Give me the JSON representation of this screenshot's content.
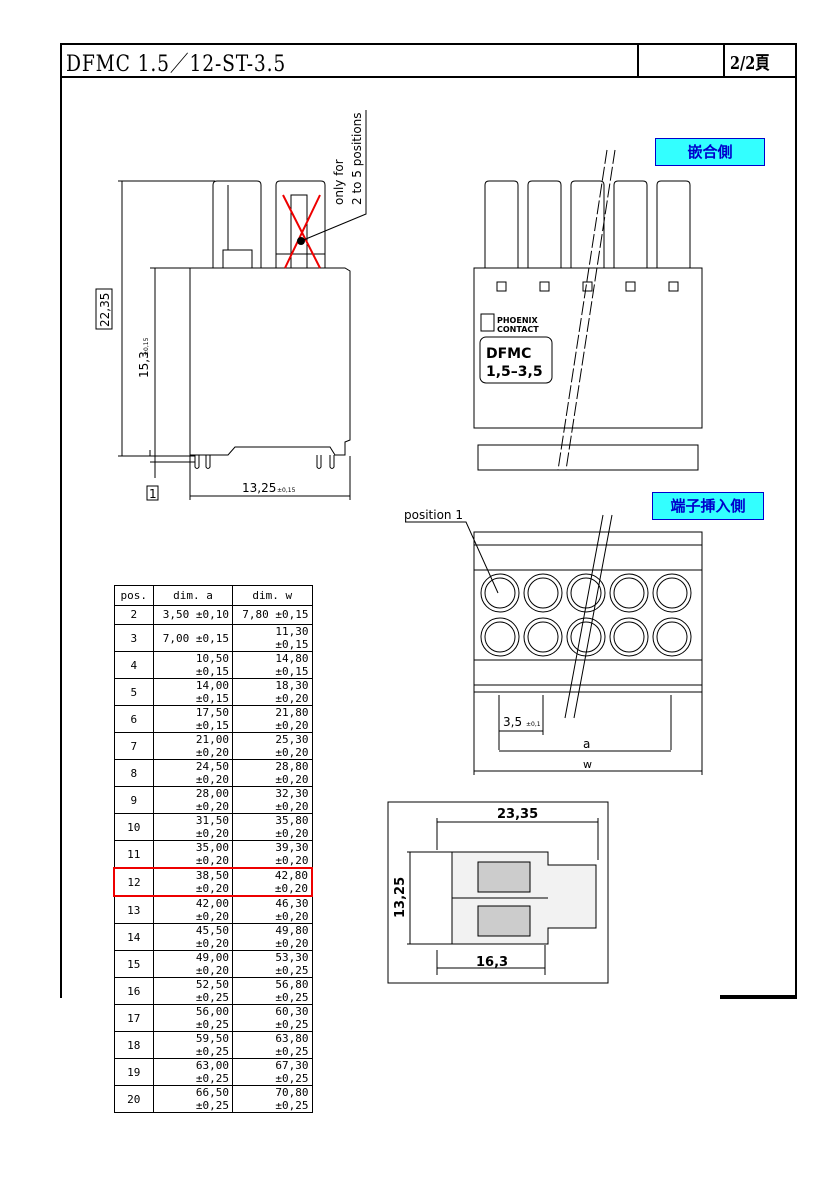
{
  "header": {
    "title": "DFMC 1.5／12-ST-3.5",
    "blank_cell": "",
    "page": "2/2頁"
  },
  "side_view": {
    "note_line1": "only for",
    "note_line2": "2 to 5 positions",
    "dim_total_height": "22,35",
    "dim_body_height": "15,3",
    "dim_body_height_tol": "±0,15",
    "dim_width": "13,25",
    "dim_width_tol": "±0,15",
    "datum_label": "1"
  },
  "front_view": {
    "label": "嵌合側",
    "brand_line1": "PHOENIX",
    "brand_line2": "CONTACT",
    "product_line1": "DFMC",
    "product_line2": "1,5–3,5"
  },
  "entry_view": {
    "label": "端子挿入側",
    "position_label": "position 1",
    "pitch": "3,5",
    "pitch_tol": "±0,1",
    "dim_a_label": "a",
    "dim_w_label": "w"
  },
  "section_view": {
    "dim_length": "23,35",
    "dim_height": "13,25",
    "dim_depth": "16,3"
  },
  "table": {
    "headers": [
      "pos.",
      "dim. a",
      "dim. w"
    ],
    "highlight_pos": "12",
    "highlight_color": "#e00000",
    "rows": [
      [
        "2",
        "3,50 ±0,10",
        "7,80 ±0,15"
      ],
      [
        "3",
        "7,00 ±0,15",
        "11,30 ±0,15"
      ],
      [
        "4",
        "10,50 ±0,15",
        "14,80 ±0,15"
      ],
      [
        "5",
        "14,00 ±0,15",
        "18,30 ±0,20"
      ],
      [
        "6",
        "17,50 ±0,15",
        "21,80 ±0,20"
      ],
      [
        "7",
        "21,00 ±0,20",
        "25,30 ±0,20"
      ],
      [
        "8",
        "24,50 ±0,20",
        "28,80 ±0,20"
      ],
      [
        "9",
        "28,00 ±0,20",
        "32,30 ±0,20"
      ],
      [
        "10",
        "31,50 ±0,20",
        "35,80 ±0,20"
      ],
      [
        "11",
        "35,00 ±0,20",
        "39,30 ±0,20"
      ],
      [
        "12",
        "38,50 ±0,20",
        "42,80 ±0,20"
      ],
      [
        "13",
        "42,00 ±0,20",
        "46,30 ±0,20"
      ],
      [
        "14",
        "45,50 ±0,20",
        "49,80 ±0,20"
      ],
      [
        "15",
        "49,00 ±0,20",
        "53,30 ±0,25"
      ],
      [
        "16",
        "52,50 ±0,25",
        "56,80 ±0,25"
      ],
      [
        "17",
        "56,00 ±0,25",
        "60,30 ±0,25"
      ],
      [
        "18",
        "59,50 ±0,25",
        "63,80 ±0,25"
      ],
      [
        "19",
        "63,00 ±0,25",
        "67,30 ±0,25"
      ],
      [
        "20",
        "66,50 ±0,25",
        "70,80 ±0,25"
      ]
    ]
  }
}
